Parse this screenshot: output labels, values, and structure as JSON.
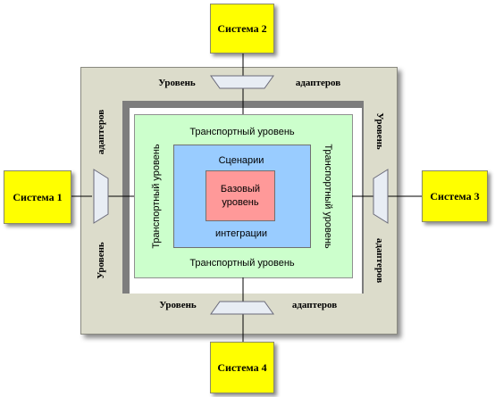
{
  "systems": {
    "s1": "Система 1",
    "s2": "Система 2",
    "s3": "Система 3",
    "s4": "Система 4"
  },
  "adapter_level": {
    "top_left": "Уровень",
    "top_right": "адаптеров",
    "bottom_left": "Уровень",
    "bottom_right": "адаптеров",
    "left_top": "адаптеров",
    "left_bottom": "Уровень",
    "right_top": "Уровень",
    "right_bottom": "адаптеров"
  },
  "transport_level": {
    "top": "Транспортный уровень",
    "bottom": "Транспортный уровень",
    "left": "Транспортный уровень",
    "right": "Транспортный уровень"
  },
  "integration_level": {
    "top": "Сценарии",
    "bottom": "интеграции"
  },
  "base_level": {
    "line1": "Базовый",
    "line2": "уровень"
  },
  "colors": {
    "system_fill": "#ffff00",
    "adapter_frame": "#dcdccb",
    "transport": "#ccffcc",
    "integration": "#99ccff",
    "base": "#ff9999"
  }
}
